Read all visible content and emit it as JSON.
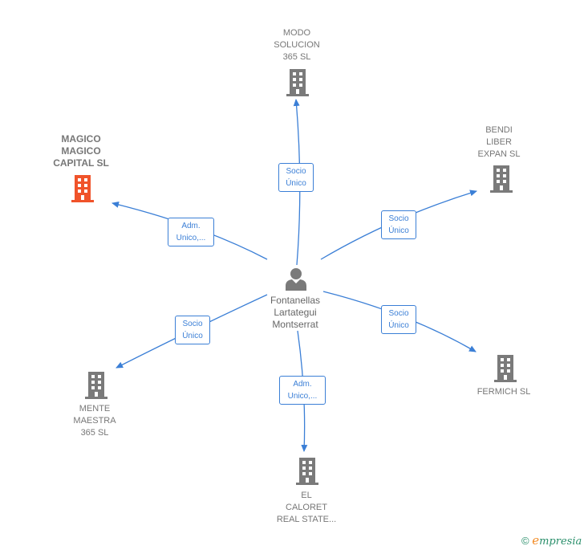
{
  "center": {
    "icon": "person-icon",
    "lines": [
      "Fontanellas",
      "Lartategui",
      "Montserrat"
    ]
  },
  "nodes": [
    {
      "id": "modo",
      "icon": "building-icon",
      "color": "#777777",
      "lines": [
        "MODO",
        "SOLUCION",
        "365  SL"
      ]
    },
    {
      "id": "bendi",
      "icon": "building-icon",
      "color": "#777777",
      "lines": [
        "BENDI",
        "LIBER",
        "EXPAN  SL"
      ]
    },
    {
      "id": "magico",
      "icon": "building-icon",
      "color": "#f0532a",
      "lines": [
        "MAGICO",
        "MAGICO",
        "CAPITAL  SL"
      ]
    },
    {
      "id": "fermich",
      "icon": "building-icon",
      "color": "#777777",
      "lines": [
        "FERMICH  SL"
      ]
    },
    {
      "id": "mente",
      "icon": "building-icon",
      "color": "#777777",
      "lines": [
        "MENTE",
        "MAESTRA",
        "365  SL"
      ]
    },
    {
      "id": "caloret",
      "icon": "building-icon",
      "color": "#777777",
      "lines": [
        "EL",
        "CALORET",
        "REAL STATE..."
      ]
    }
  ],
  "edges": [
    {
      "to": "modo",
      "lines": [
        "Socio",
        "Único"
      ]
    },
    {
      "to": "bendi",
      "lines": [
        "Socio",
        "Único"
      ]
    },
    {
      "to": "magico",
      "lines": [
        "Adm.",
        "Unico,..."
      ]
    },
    {
      "to": "fermich",
      "lines": [
        "Socio",
        "Único"
      ]
    },
    {
      "to": "mente",
      "lines": [
        "Socio",
        "Único"
      ]
    },
    {
      "to": "caloret",
      "lines": [
        "Adm.",
        "Unico,..."
      ]
    }
  ],
  "footer": {
    "copyright": "©",
    "brand_e": "e",
    "brand_rest": "mpresia"
  },
  "colors": {
    "edge": "#3b7fd6",
    "node_text": "#777777",
    "highlight": "#f0532a"
  }
}
